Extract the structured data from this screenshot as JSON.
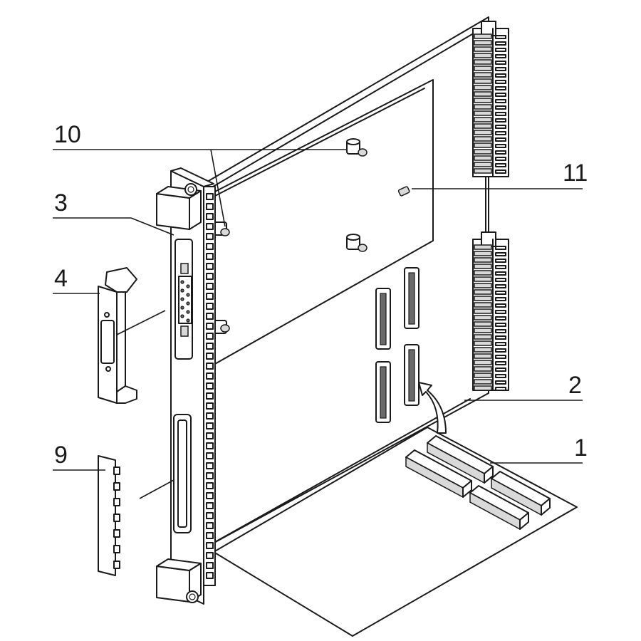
{
  "diagram": {
    "callouts": [
      {
        "label": "10"
      },
      {
        "label": "11"
      },
      {
        "label": "3"
      },
      {
        "label": "4"
      },
      {
        "label": "2"
      },
      {
        "label": "1"
      },
      {
        "label": "9"
      }
    ]
  },
  "colors": {
    "line": "#1a1a1a",
    "background": "#ffffff",
    "shade": "#d9d9d9"
  }
}
